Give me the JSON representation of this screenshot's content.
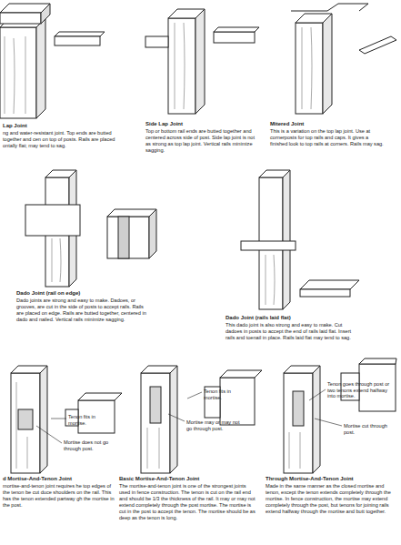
{
  "diagram": {
    "labels": [
      "Lap Joint",
      "ng and water-resistant joint. Top ends are butted together and cen on top of posts. Rails are placed ontally flat; may tend to sag.",
      "Side Lap Joint",
      "Top or bottom rail ends are butted together and centered across side of post. Side lap joint is not as strong as top lap joint. Vertical rails minimize sagging.",
      "Mitered Joint",
      "This is a variation on the top lap joint. Use at cornerposts for top rails and caps. It gives a finished look to top rails at corners. Rails may sag.",
      "Dado Joint (rail on edge)",
      "Dado joints are strong and easy to make. Dadoes, or grooves, are cut in the side of posts to accept rails. Rails are placed on edge. Rails are butted together, centered in dado and nailed. Vertical rails minimize sagging.",
      "Dado Joint (rails laid flat)",
      "This dado joint is also strong and easy to make. Cut dadoes in posts to accept the end of rails laid flat. Insert rails and toenail in place. Rails laid flat may tend to sag.",
      "Tenon fits in mortise.",
      "Mortise does not go through post.",
      "Tenon fits in mortise.",
      "Mortise may or may not go through post.",
      "Tenon goes through post or two tenons extend halfway into mortise.",
      "Mortise cut through post.",
      "d Mortise-And-Tenon Joint",
      "mortise-and-tenon joint requires he top edges of the tenon be cut duce shoulders on the rail. This has the tenon extended partway gh the mortise in the post.",
      "Basic Mortise-And-Tenon Joint",
      "The mortise-and-tenon joint is one of the strongest joints used in fence construction. The tenon is cut on the rail end and should be 1/3 the thickness of the rail. It may or may not extend completely through the post mortise. The mortise is cut in the post to accept the tenon. The mortise should be as deep as the tenon is long.",
      "Through Mortise-And-Tenon Joint",
      "Made in the same manner as the closed mortise and tenon, except the tenon extends completely through the mortise. In fence construction, the mortise may extend completely through the post, but tenons for joining rails extend halfway through the mortise and butt together."
    ]
  }
}
